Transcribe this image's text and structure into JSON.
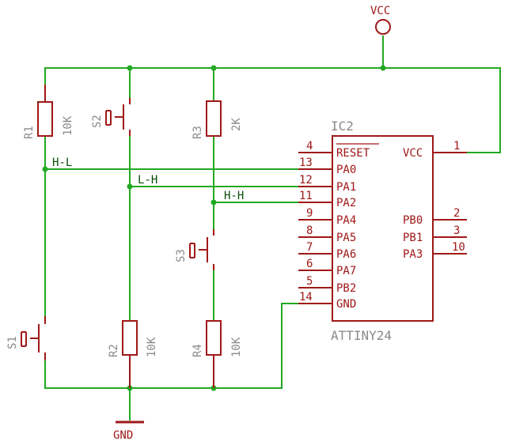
{
  "power": {
    "vcc": "VCC",
    "gnd": "GND"
  },
  "ic": {
    "name": "IC2",
    "part": "ATTINY24",
    "left_pins": [
      {
        "num": "4",
        "name": "RESET"
      },
      {
        "num": "13",
        "name": "PA0"
      },
      {
        "num": "12",
        "name": "PA1"
      },
      {
        "num": "11",
        "name": "PA2"
      },
      {
        "num": "9",
        "name": "PA4"
      },
      {
        "num": "8",
        "name": "PA5"
      },
      {
        "num": "7",
        "name": "PA6"
      },
      {
        "num": "6",
        "name": "PA7"
      },
      {
        "num": "5",
        "name": "PB2"
      },
      {
        "num": "14",
        "name": "GND"
      }
    ],
    "right_pins": [
      {
        "num": "1",
        "name": "VCC"
      },
      {
        "num": "2",
        "name": "PB0"
      },
      {
        "num": "3",
        "name": "PB1"
      },
      {
        "num": "10",
        "name": "PA3"
      }
    ]
  },
  "resistors": [
    {
      "name": "R1",
      "value": "10K"
    },
    {
      "name": "R3",
      "value": "2K"
    },
    {
      "name": "R2",
      "value": "10K"
    },
    {
      "name": "R4",
      "value": "10K"
    }
  ],
  "switches": [
    {
      "name": "S1"
    },
    {
      "name": "S2"
    },
    {
      "name": "S3"
    }
  ],
  "nets": {
    "hl": "H-L",
    "lh": "L-H",
    "hh": "H-H"
  }
}
